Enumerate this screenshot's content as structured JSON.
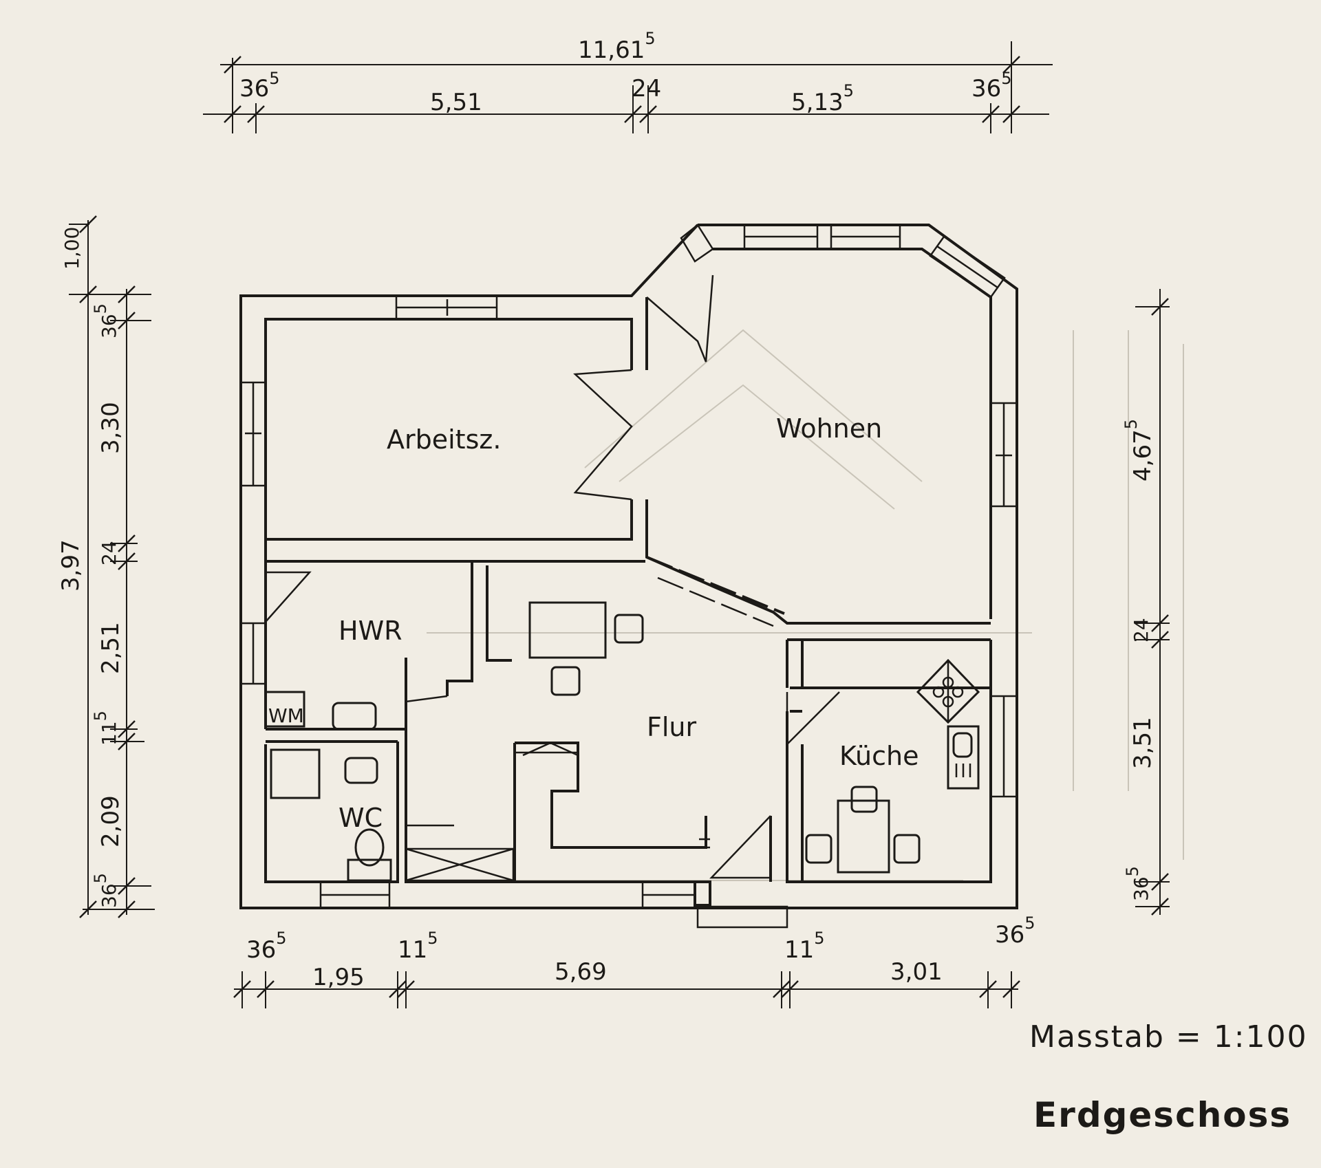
{
  "plan": {
    "title": "Erdgeschoss",
    "scale": "Masstab = 1:100",
    "rooms": {
      "arbeitszimmer": "Arbeitsz.",
      "wohnen": "Wohnen",
      "hwr": "HWR",
      "wc": "WC",
      "flur": "Flur",
      "kueche": "Küche",
      "wm": "WM"
    },
    "dimensions": {
      "top_total": {
        "main": "11,61",
        "sup": "5"
      },
      "top": [
        {
          "main": "36",
          "sup": "5"
        },
        {
          "main": "5,51",
          "sup": ""
        },
        {
          "main": "24",
          "sup": ""
        },
        {
          "main": "5,13",
          "sup": "5"
        },
        {
          "main": "36",
          "sup": "5"
        }
      ],
      "bottom": [
        {
          "main": "36",
          "sup": "5"
        },
        {
          "main": "1,95",
          "sup": ""
        },
        {
          "main": "11",
          "sup": "5"
        },
        {
          "main": "5,69",
          "sup": ""
        },
        {
          "main": "11",
          "sup": "5"
        },
        {
          "main": "3,01",
          "sup": ""
        },
        {
          "main": "36",
          "sup": "5"
        }
      ],
      "left_total": "3,97",
      "left": [
        {
          "main": "1,00",
          "sup": ""
        },
        {
          "main": "36",
          "sup": "5"
        },
        {
          "main": "3,30",
          "sup": ""
        },
        {
          "main": "24",
          "sup": ""
        },
        {
          "main": "2,51",
          "sup": ""
        },
        {
          "main": "11",
          "sup": "5"
        },
        {
          "main": "2,09",
          "sup": ""
        },
        {
          "main": "36",
          "sup": "5"
        }
      ],
      "right": [
        {
          "main": "4,67",
          "sup": "5"
        },
        {
          "main": "24",
          "sup": ""
        },
        {
          "main": "3,51",
          "sup": ""
        },
        {
          "main": "36",
          "sup": "5"
        }
      ]
    }
  }
}
